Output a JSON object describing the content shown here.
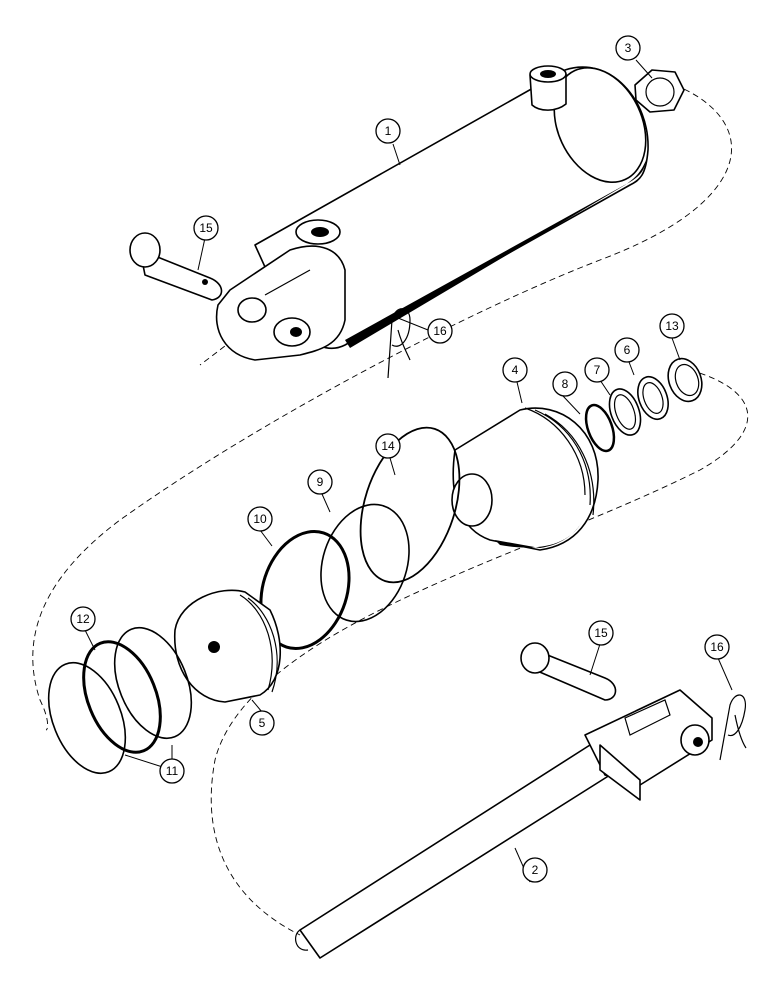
{
  "callouts": [
    {
      "id": "c1",
      "label": "1"
    },
    {
      "id": "c2",
      "label": "2"
    },
    {
      "id": "c3",
      "label": "3"
    },
    {
      "id": "c4",
      "label": "4"
    },
    {
      "id": "c5",
      "label": "5"
    },
    {
      "id": "c6",
      "label": "6"
    },
    {
      "id": "c7",
      "label": "7"
    },
    {
      "id": "c8",
      "label": "8"
    },
    {
      "id": "c9",
      "label": "9"
    },
    {
      "id": "c10",
      "label": "10"
    },
    {
      "id": "c11",
      "label": "11"
    },
    {
      "id": "c12",
      "label": "12"
    },
    {
      "id": "c13",
      "label": "13"
    },
    {
      "id": "c14",
      "label": "14"
    },
    {
      "id": "c15a",
      "label": "15"
    },
    {
      "id": "c15b",
      "label": "15"
    },
    {
      "id": "c16a",
      "label": "16"
    },
    {
      "id": "c16b",
      "label": "16"
    }
  ]
}
